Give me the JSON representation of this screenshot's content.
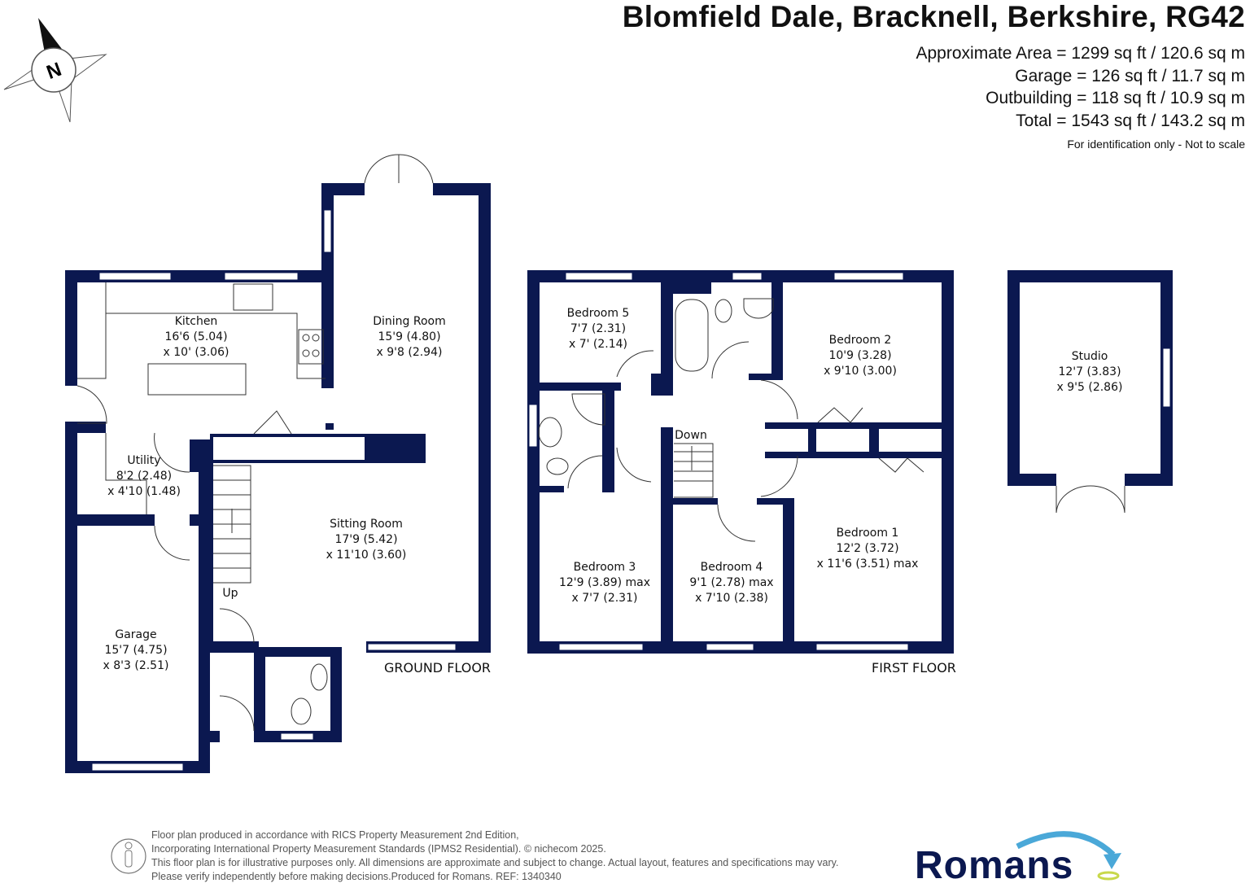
{
  "header": {
    "title": "Blomfield Dale, Bracknell, Berkshire, RG42",
    "areas": [
      "Approximate Area = 1299 sq ft / 120.6 sq m",
      "Garage = 126 sq ft / 11.7 sq m",
      "Outbuilding = 118 sq ft / 10.9 sq m",
      "Total = 1543 sq ft / 143.2 sq m"
    ],
    "note": "For identification only - Not to scale"
  },
  "compass": {
    "label": "N"
  },
  "ground_floor": {
    "label": "GROUND FLOOR",
    "rooms": [
      {
        "name": "Kitchen",
        "dim1": "16'6 (5.04)",
        "dim2": "x 10' (3.06)"
      },
      {
        "name": "Dining Room",
        "dim1": "15'9 (4.80)",
        "dim2": "x 9'8 (2.94)"
      },
      {
        "name": "Utility",
        "dim1": "8'2 (2.48)",
        "dim2": "x 4'10 (1.48)"
      },
      {
        "name": "Sitting Room",
        "dim1": "17'9 (5.42)",
        "dim2": "x 11'10 (3.60)"
      },
      {
        "name": "Garage",
        "dim1": "15'7 (4.75)",
        "dim2": "x 8'3 (2.51)"
      }
    ],
    "stairs": "Up"
  },
  "first_floor": {
    "label": "FIRST FLOOR",
    "rooms": [
      {
        "name": "Bedroom 5",
        "dim1": "7'7 (2.31)",
        "dim2": "x 7' (2.14)"
      },
      {
        "name": "Bedroom 2",
        "dim1": "10'9 (3.28)",
        "dim2": "x 9'10 (3.00)"
      },
      {
        "name": "Bedroom 3",
        "dim1": "12'9 (3.89) max",
        "dim2": "x 7'7 (2.31)"
      },
      {
        "name": "Bedroom 4",
        "dim1": "9'1 (2.78) max",
        "dim2": "x 7'10 (2.38)"
      },
      {
        "name": "Bedroom 1",
        "dim1": "12'2 (3.72)",
        "dim2": "x 11'6 (3.51) max"
      }
    ],
    "stairs": "Down"
  },
  "outbuilding": {
    "rooms": [
      {
        "name": "Studio",
        "dim1": "12'7 (3.83)",
        "dim2": "x 9'5 (2.86)"
      }
    ]
  },
  "footer": {
    "lines": [
      "Floor plan produced in accordance with RICS Property Measurement 2nd Edition,",
      "Incorporating International Property Measurement Standards (IPMS2 Residential).   © nichecom 2025.",
      "This floor plan is for illustrative purposes only. All dimensions are approximate and subject to change. Actual layout, features and specifications may vary.",
      "Please verify independently before making decisions.Produced for Romans.   REF: 1340340"
    ],
    "logo": "Romans"
  },
  "colors": {
    "wall": "#0b1850",
    "logo_arrow": "#4aa8d8",
    "logo_accent": "#c8d84a"
  }
}
